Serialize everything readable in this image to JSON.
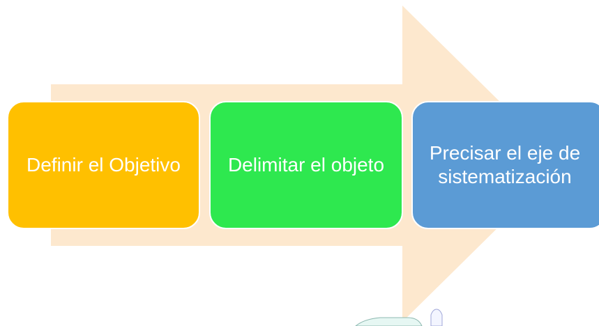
{
  "diagram": {
    "steps": [
      {
        "label": "Definir el Objetivo",
        "color": "#FFC000"
      },
      {
        "label": "Delimitar el objeto",
        "color": "#2EE84F"
      },
      {
        "label": "Precisar el eje de sistematización",
        "color": "#5B9BD5"
      }
    ],
    "arrow_color": "#FDE8CE"
  }
}
